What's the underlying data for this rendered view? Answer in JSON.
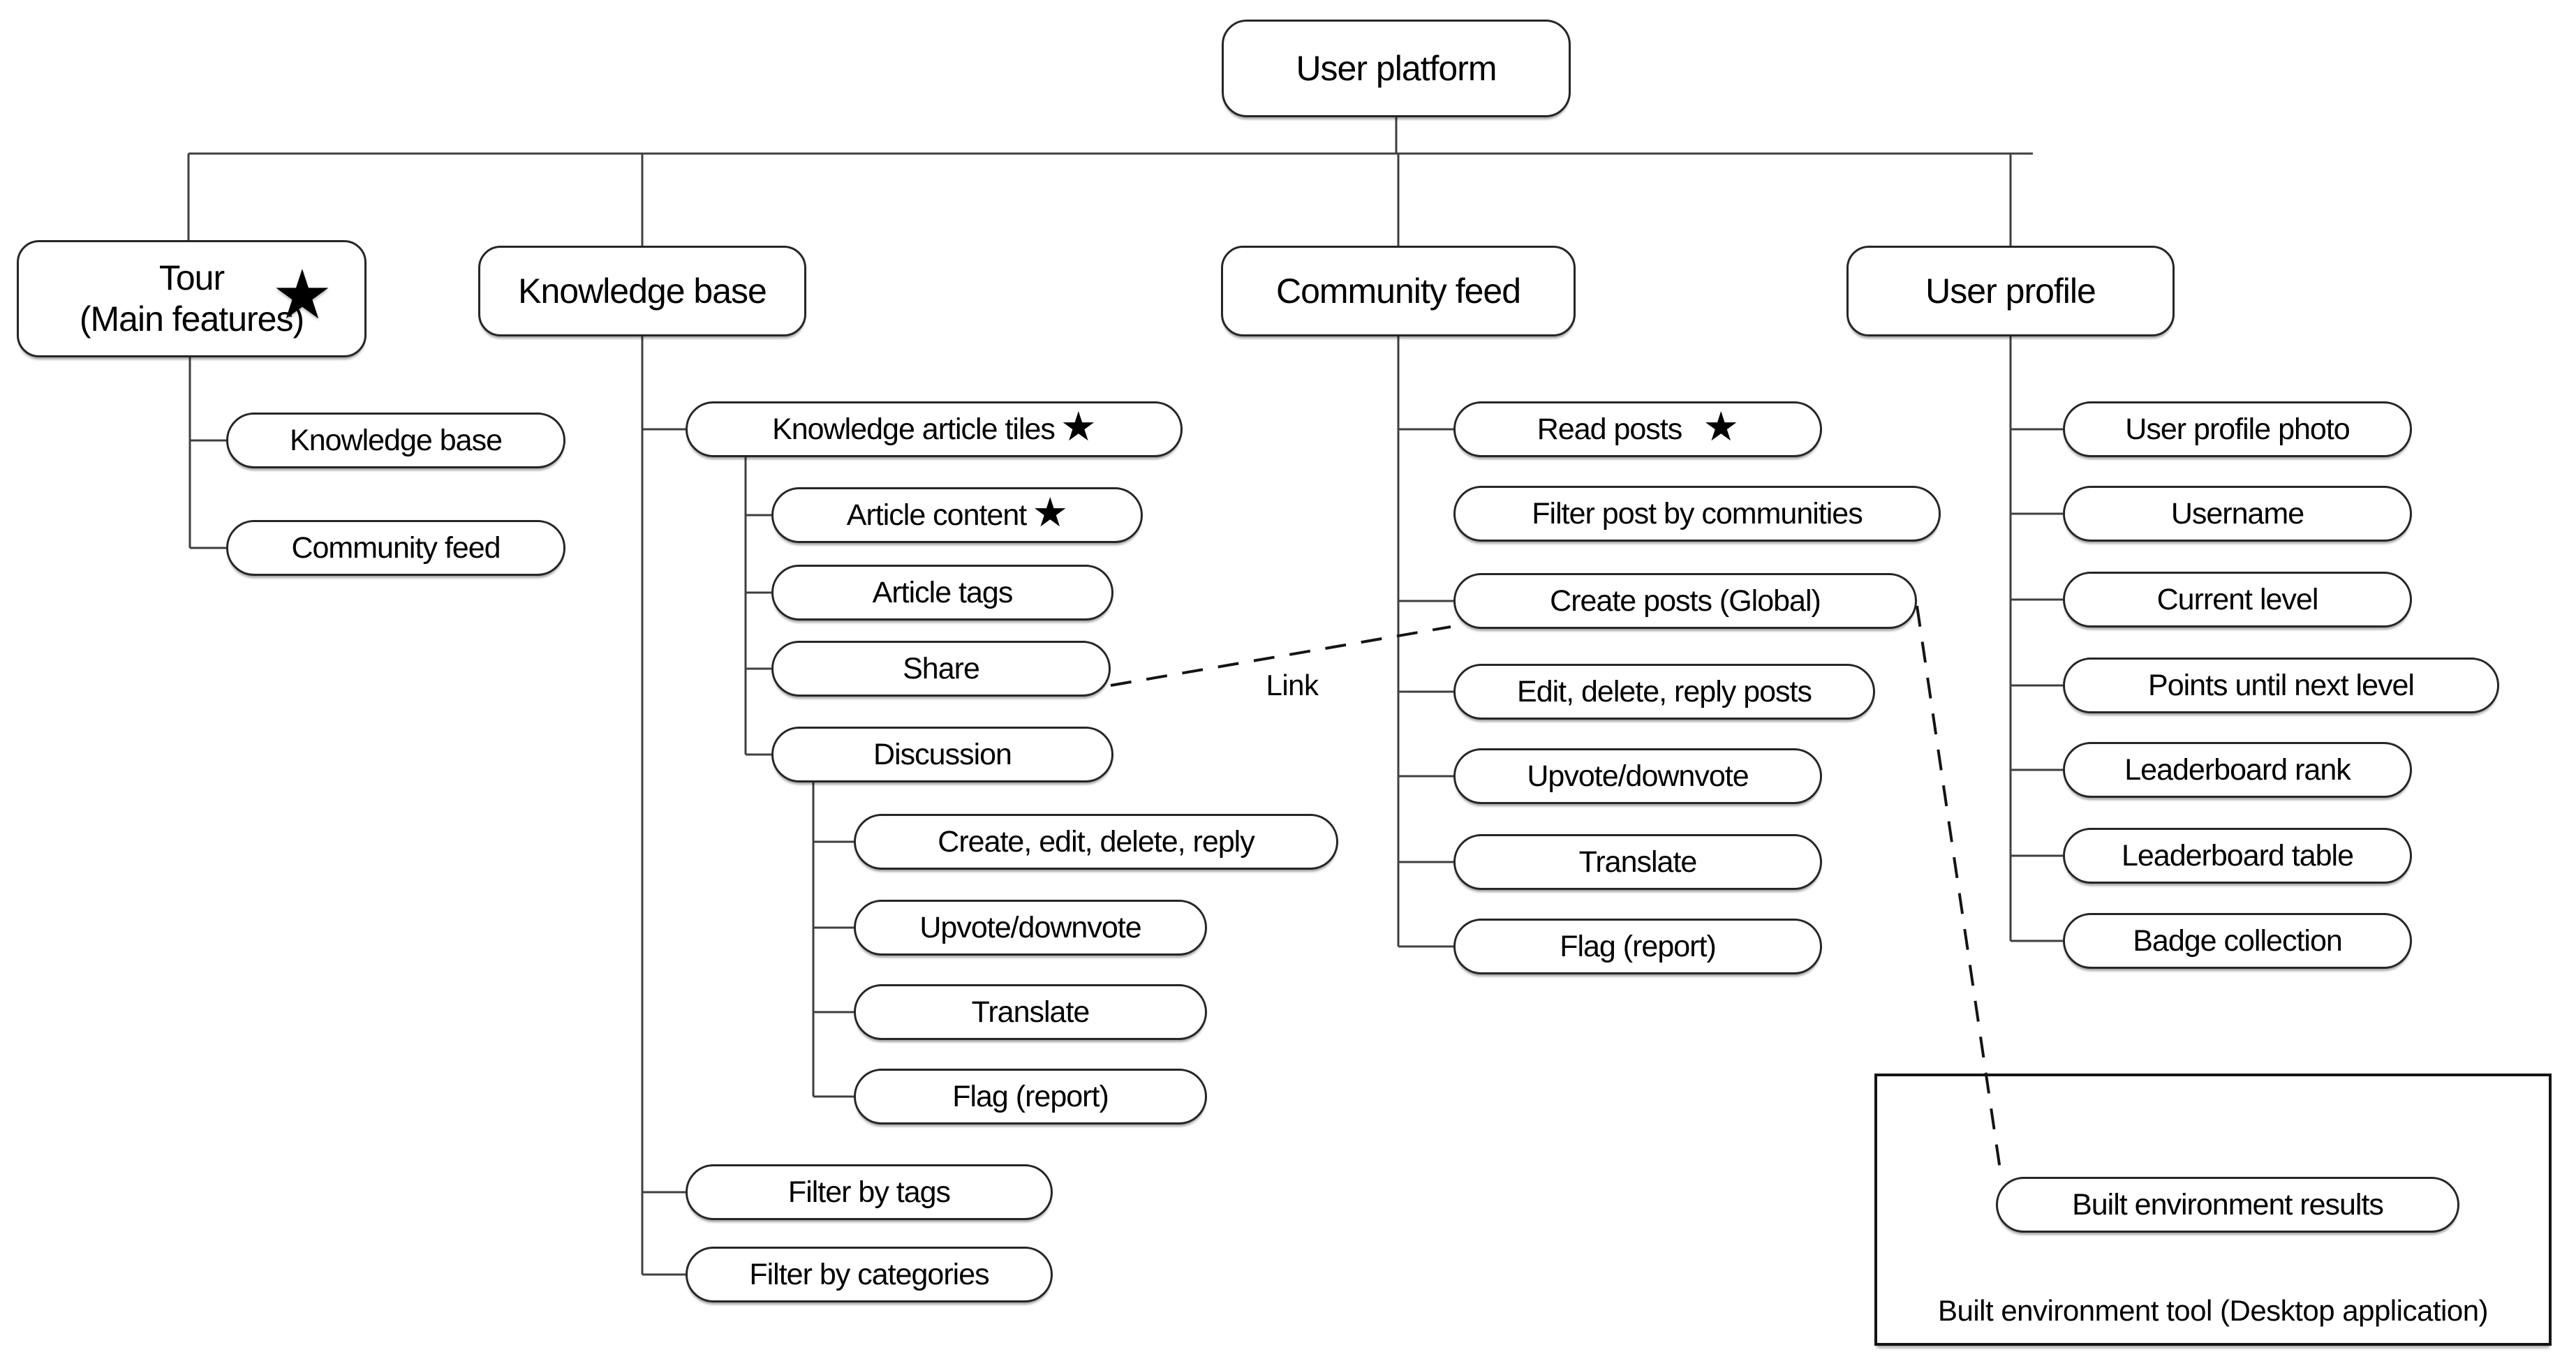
{
  "palette": {
    "background": "#ffffff",
    "line": "#3f3f3f",
    "dashed_line": "#141414",
    "text": "#000000",
    "node_fill": "#ffffff"
  },
  "icons": {
    "star": "★"
  },
  "root": {
    "label": "User platform"
  },
  "columns": {
    "tour": {
      "title_line1": "Tour",
      "title_line2": "(Main features)",
      "starred": true,
      "children": [
        {
          "label": "Knowledge base"
        },
        {
          "label": "Community feed"
        }
      ]
    },
    "knowledge_base": {
      "title": "Knowledge base",
      "children": [
        {
          "label": "Knowledge article tiles",
          "starred": true
        },
        {
          "label": "Article content",
          "starred": true
        },
        {
          "label": "Article tags"
        },
        {
          "label": "Share"
        },
        {
          "label": "Discussion"
        },
        {
          "label": "Create, edit, delete, reply"
        },
        {
          "label": "Upvote/downvote"
        },
        {
          "label": "Translate"
        },
        {
          "label": "Flag (report)"
        },
        {
          "label": "Filter by tags"
        },
        {
          "label": "Filter by categories"
        }
      ]
    },
    "community_feed": {
      "title": "Community feed",
      "children": [
        {
          "label": "Read posts",
          "starred": true
        },
        {
          "label": "Filter post by communities"
        },
        {
          "label": "Create posts (Global)"
        },
        {
          "label": "Edit, delete, reply posts"
        },
        {
          "label": "Upvote/downvote"
        },
        {
          "label": "Translate"
        },
        {
          "label": "Flag (report)"
        }
      ]
    },
    "user_profile": {
      "title": "User profile",
      "children": [
        {
          "label": "User profile photo"
        },
        {
          "label": "Username"
        },
        {
          "label": "Current level"
        },
        {
          "label": "Points until next level"
        },
        {
          "label": "Leaderboard rank"
        },
        {
          "label": "Leaderboard table"
        },
        {
          "label": "Badge collection"
        }
      ]
    }
  },
  "link_label": "Link",
  "built_environment": {
    "node_label": "Built environment results",
    "caption": "Built environment tool (Desktop application)"
  }
}
